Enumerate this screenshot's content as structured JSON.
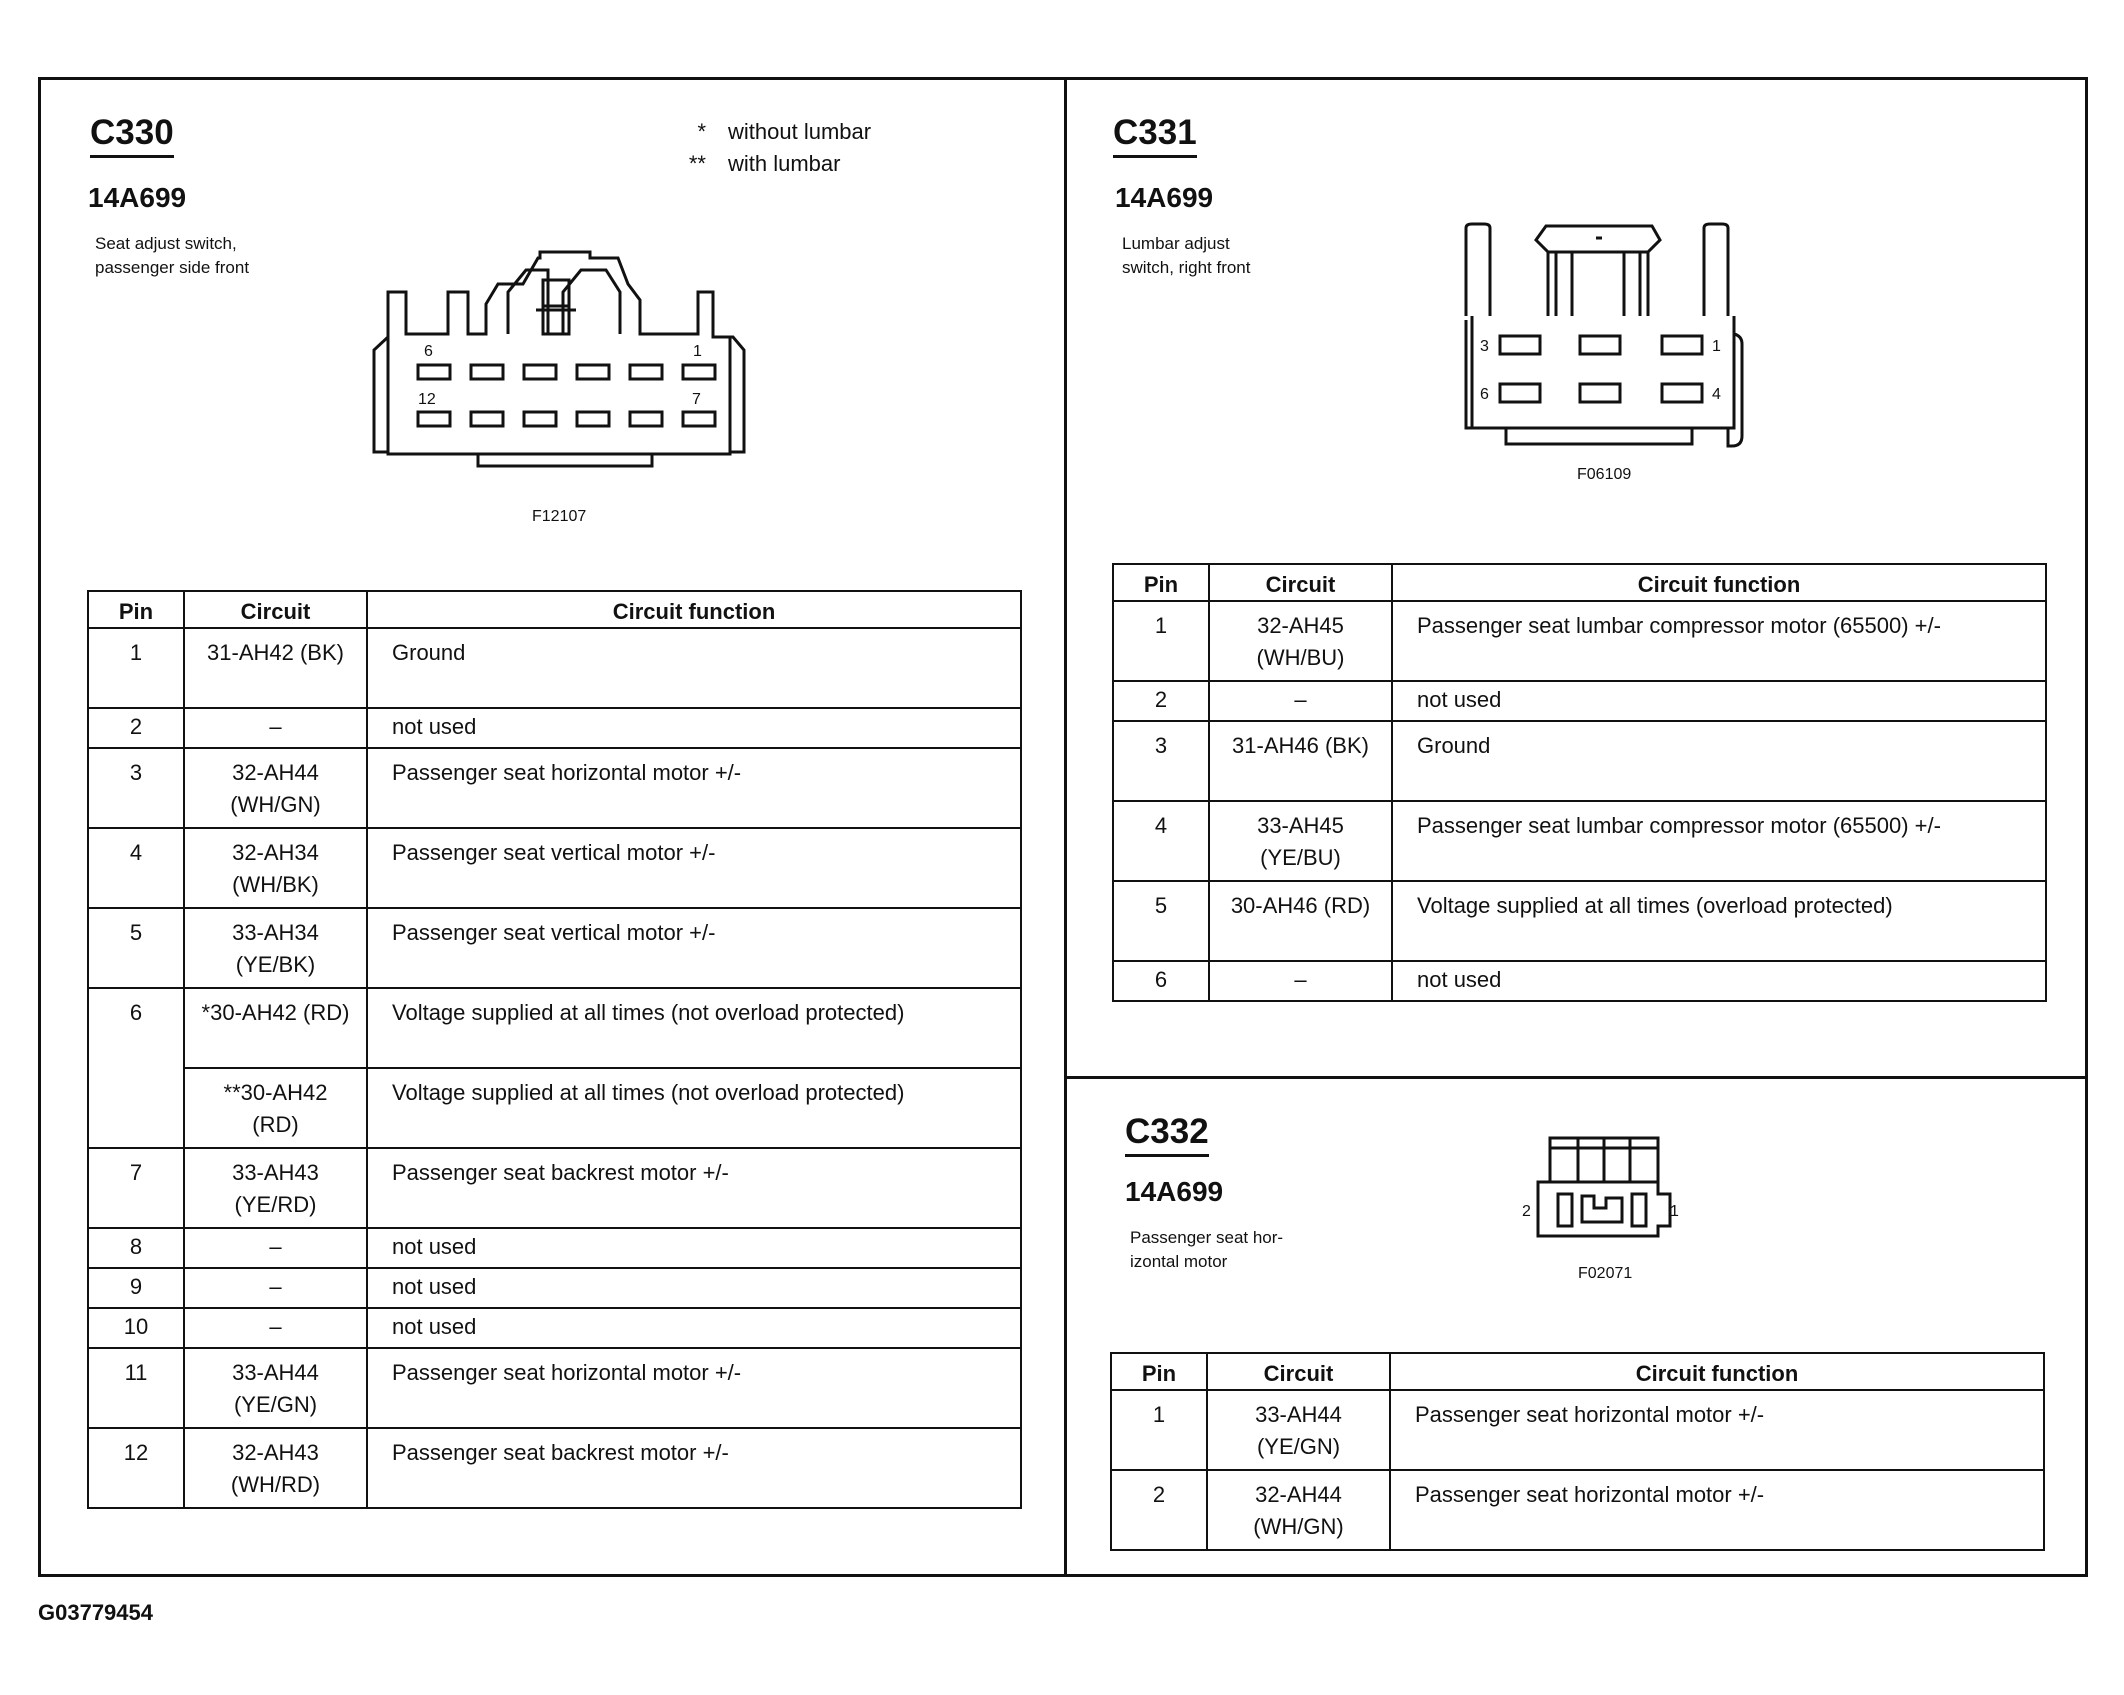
{
  "footer_id": "G03779454",
  "legend": [
    {
      "symbol": "*",
      "text": "without lumbar"
    },
    {
      "symbol": "**",
      "text": "with lumbar"
    }
  ],
  "headers": {
    "pin": "Pin",
    "circuit": "Circuit",
    "function": "Circuit function"
  },
  "c330": {
    "title": "C330",
    "part": "14A699",
    "desc": "Seat adjust switch,\npassenger side front",
    "figure": "F12107",
    "pin_labels": {
      "tl": "6",
      "tr": "1",
      "bl": "12",
      "br": "7"
    },
    "rows": [
      {
        "pin": "1",
        "circuit": "31-AH42 (BK)",
        "function": "Ground"
      },
      {
        "pin": "2",
        "circuit": "–",
        "function": "not used"
      },
      {
        "pin": "3",
        "circuit": "32-AH44\n(WH/GN)",
        "function": "Passenger seat horizontal motor +/-"
      },
      {
        "pin": "4",
        "circuit": "32-AH34\n(WH/BK)",
        "function": "Passenger seat vertical motor +/-"
      },
      {
        "pin": "5",
        "circuit": "33-AH34\n(YE/BK)",
        "function": "Passenger seat vertical motor +/-"
      },
      {
        "pin": "6",
        "circuit": "*30-AH42 (RD)",
        "function": "Voltage supplied at all times (not overload protected)"
      },
      {
        "pin": "",
        "circuit": "**30-AH42\n(RD)",
        "function": "Voltage supplied at all times (not overload protected)"
      },
      {
        "pin": "7",
        "circuit": "33-AH43\n(YE/RD)",
        "function": "Passenger seat backrest motor +/-"
      },
      {
        "pin": "8",
        "circuit": "–",
        "function": "not used"
      },
      {
        "pin": "9",
        "circuit": "–",
        "function": "not used"
      },
      {
        "pin": "10",
        "circuit": "–",
        "function": "not used"
      },
      {
        "pin": "11",
        "circuit": "33-AH44\n(YE/GN)",
        "function": "Passenger seat horizontal motor +/-"
      },
      {
        "pin": "12",
        "circuit": "32-AH43\n(WH/RD)",
        "function": "Passenger seat backrest motor +/-"
      }
    ]
  },
  "c331": {
    "title": "C331",
    "part": "14A699",
    "desc": "Lumbar adjust\nswitch, right front",
    "figure": "F06109",
    "pin_labels": {
      "tl": "3",
      "tr": "1",
      "bl": "6",
      "br": "4"
    },
    "rows": [
      {
        "pin": "1",
        "circuit": "32-AH45\n(WH/BU)",
        "function": "Passenger seat lumbar compressor motor (65500) +/-"
      },
      {
        "pin": "2",
        "circuit": "–",
        "function": "not used"
      },
      {
        "pin": "3",
        "circuit": "31-AH46 (BK)",
        "function": "Ground"
      },
      {
        "pin": "4",
        "circuit": "33-AH45\n(YE/BU)",
        "function": "Passenger seat lumbar compressor motor (65500) +/-"
      },
      {
        "pin": "5",
        "circuit": "30-AH46 (RD)",
        "function": "Voltage supplied at all times (overload protected)"
      },
      {
        "pin": "6",
        "circuit": "–",
        "function": "not used"
      }
    ]
  },
  "c332": {
    "title": "C332",
    "part": "14A699",
    "desc": "Passenger seat hor-\nizontal motor",
    "figure": "F02071",
    "pin_labels": {
      "left": "2",
      "right": "1"
    },
    "rows": [
      {
        "pin": "1",
        "circuit": "33-AH44\n(YE/GN)",
        "function": "Passenger seat horizontal motor +/-"
      },
      {
        "pin": "2",
        "circuit": "32-AH44\n(WH/GN)",
        "function": "Passenger seat horizontal motor +/-"
      }
    ]
  }
}
